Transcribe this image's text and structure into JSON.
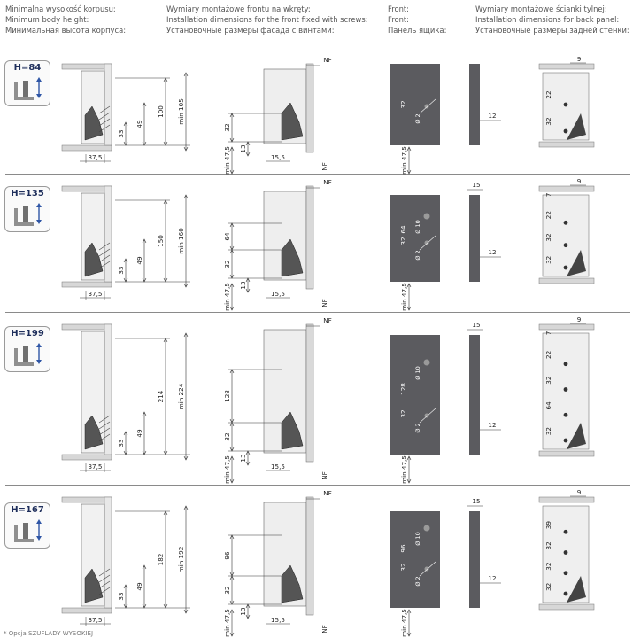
{
  "headers": {
    "cabinet": [
      "Minimalna wysokość korpusu:",
      "Minimum body height:",
      "Минимальная высота корпуса:"
    ],
    "front_screws": [
      "Wymiary montażowe frontu na wkręty:",
      "Installation dimensions for the front fixed with screws:",
      "Установочные размеры фасада с винтами:"
    ],
    "front": [
      "Front:",
      "Front:",
      "Панель ящика:"
    ],
    "back_panel": [
      "Wymiary montażowe ścianki tylnej:",
      "Installation dimensions for back panel:",
      "Установочные размеры задней стенки:"
    ]
  },
  "sections": [
    {
      "badge": "H=84",
      "cabinet": {
        "height": "100",
        "min_height": "min 105",
        "d49": "49",
        "d33": "33",
        "depth": "37,5"
      },
      "front_screws": {
        "nf": "NF",
        "holes": [
          "32"
        ],
        "d13": "13",
        "min": "min 47,5",
        "d155": "15,5",
        "nf_side": "NF"
      },
      "front": {
        "holes": [
          "32"
        ],
        "dia": "Ø 2",
        "min": "min 47,5"
      },
      "side": {
        "thick": "12",
        "top": ""
      },
      "back": {
        "top": "9",
        "vals": [
          "32",
          "22"
        ],
        "top2": ""
      }
    },
    {
      "badge": "H=135",
      "cabinet": {
        "height": "150",
        "min_height": "min 160",
        "d49": "49",
        "d33": "33",
        "depth": "37,5"
      },
      "front_screws": {
        "nf": "NF",
        "holes": [
          "64",
          "32"
        ],
        "d13": "13",
        "min": "min 47,5",
        "d155": "15,5",
        "nf_side": "NF"
      },
      "front": {
        "holes": [
          "64",
          "32"
        ],
        "dia": "Ø 2",
        "dia10": "Ø 10",
        "min": "min 47,5"
      },
      "side": {
        "thick": "12",
        "top": "15"
      },
      "back": {
        "top": "9",
        "vals": [
          "32",
          "32",
          "22"
        ],
        "top2": "7"
      }
    },
    {
      "badge": "H=199",
      "cabinet": {
        "height": "214",
        "min_height": "min 224",
        "d49": "49",
        "d33": "33",
        "depth": "37,5"
      },
      "front_screws": {
        "nf": "NF",
        "holes": [
          "128",
          "32"
        ],
        "d13": "13",
        "min": "min 47,5",
        "d155": "15,5",
        "nf_side": "NF"
      },
      "front": {
        "holes": [
          "128",
          "32"
        ],
        "dia": "Ø 2",
        "dia10": "Ø 10",
        "min": "min 47,5"
      },
      "side": {
        "thick": "12",
        "top": "15"
      },
      "back": {
        "top": "9",
        "vals": [
          "32",
          "64",
          "32",
          "22"
        ],
        "top2": "7"
      }
    },
    {
      "badge": "H=167",
      "cabinet": {
        "height": "182",
        "min_height": "min 192",
        "d49": "49",
        "d33": "33",
        "depth": "37,5"
      },
      "front_screws": {
        "nf": "NF",
        "holes": [
          "96",
          "32"
        ],
        "d13": "13",
        "min": "min 47,5",
        "d155": "15,5",
        "nf_side": "NF"
      },
      "front": {
        "holes": [
          "96",
          "32"
        ],
        "dia": "Ø 2",
        "dia10": "Ø 10",
        "min": "min 47,5"
      },
      "side": {
        "thick": "12",
        "top": "15"
      },
      "back": {
        "top": "9",
        "vals": [
          "32",
          "32",
          "32",
          "39"
        ],
        "top2": ""
      }
    }
  ],
  "footnote": "* Opcja SZUFLADY WYSOKIEJ",
  "colors": {
    "panel": "#5b5b5f",
    "line": "#333333",
    "light": "#d7d7d7",
    "badge_text": "#1f2f5c",
    "arrow": "#2f56a6"
  }
}
